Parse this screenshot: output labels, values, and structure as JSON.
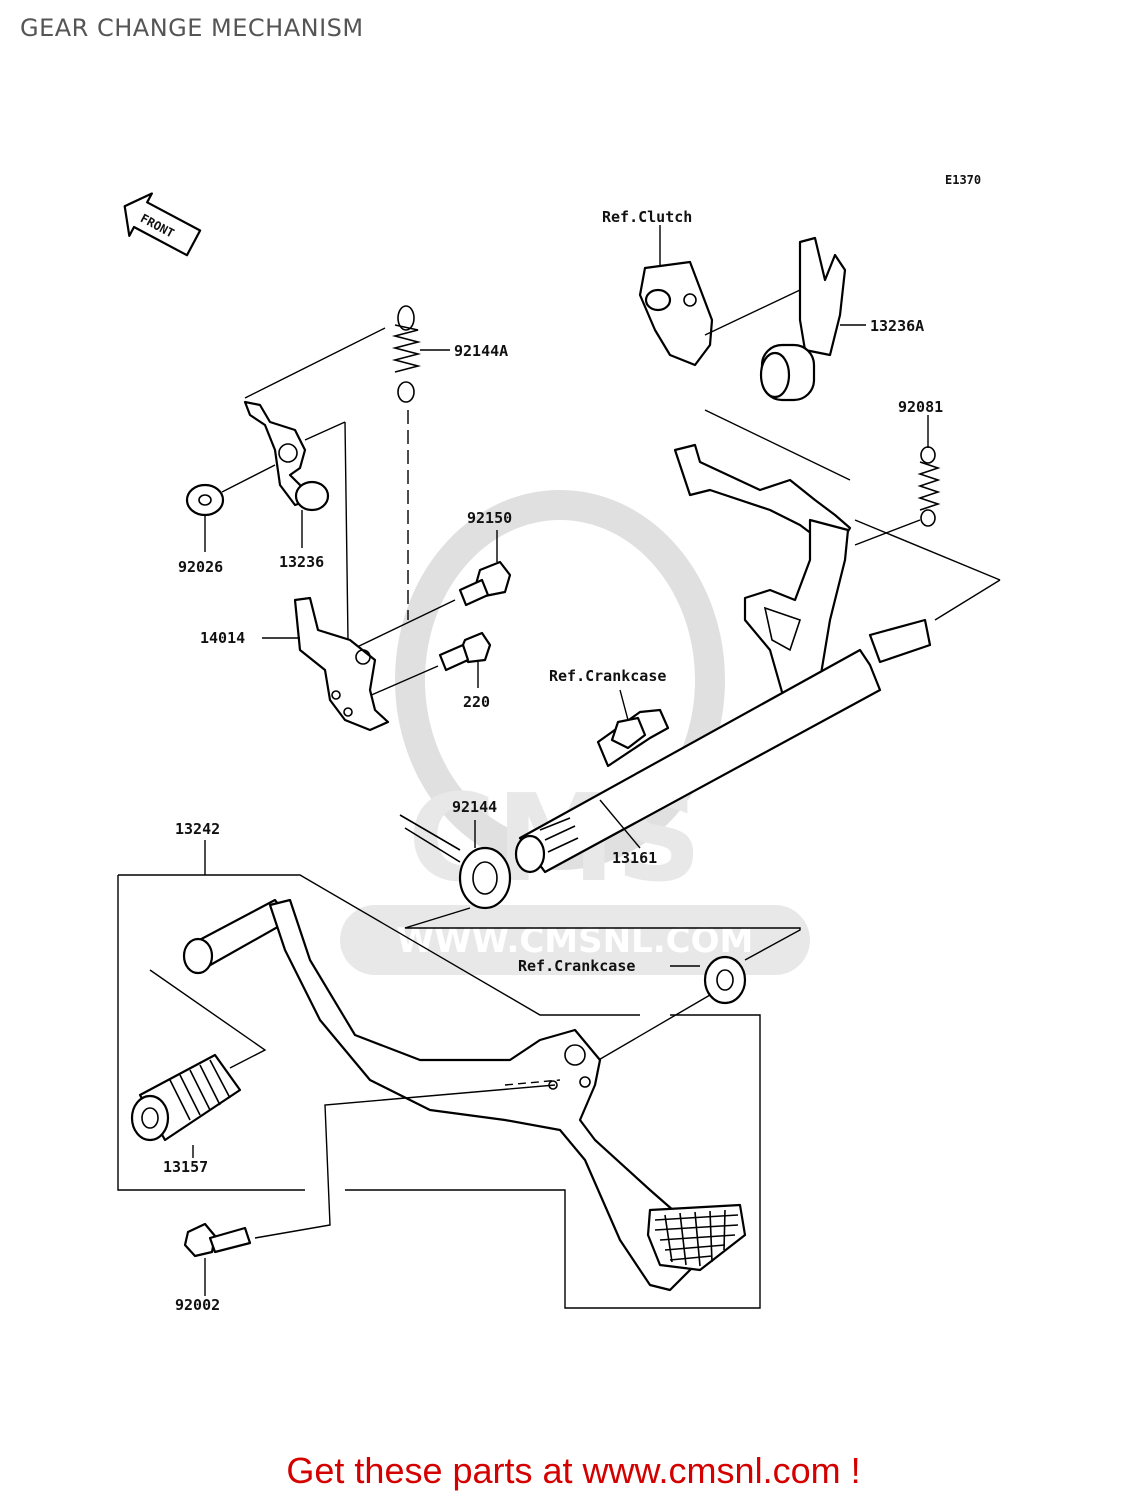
{
  "title": "GEAR CHANGE MECHANISM",
  "diagram_code": "E1370",
  "front_label": "FRONT",
  "watermark": {
    "brand": "CMS",
    "url": "WWW.CMSNL.COM"
  },
  "labels": {
    "ref_clutch": "Ref.Clutch",
    "part_13236A": "13236A",
    "part_92144A": "92144A",
    "part_92081": "92081",
    "part_92026": "92026",
    "part_13236": "13236",
    "part_92150": "92150",
    "part_14014": "14014",
    "part_220": "220",
    "ref_crankcase_1": "Ref.Crankcase",
    "part_92144": "92144",
    "part_13161": "13161",
    "part_13242": "13242",
    "ref_crankcase_2": "Ref.Crankcase",
    "part_13157": "13157",
    "part_92002": "92002"
  },
  "footer": "Get these parts at www.cmsnl.com !",
  "colors": {
    "title": "#555555",
    "footer": "#d40000",
    "watermark": "#e6e6e6"
  }
}
